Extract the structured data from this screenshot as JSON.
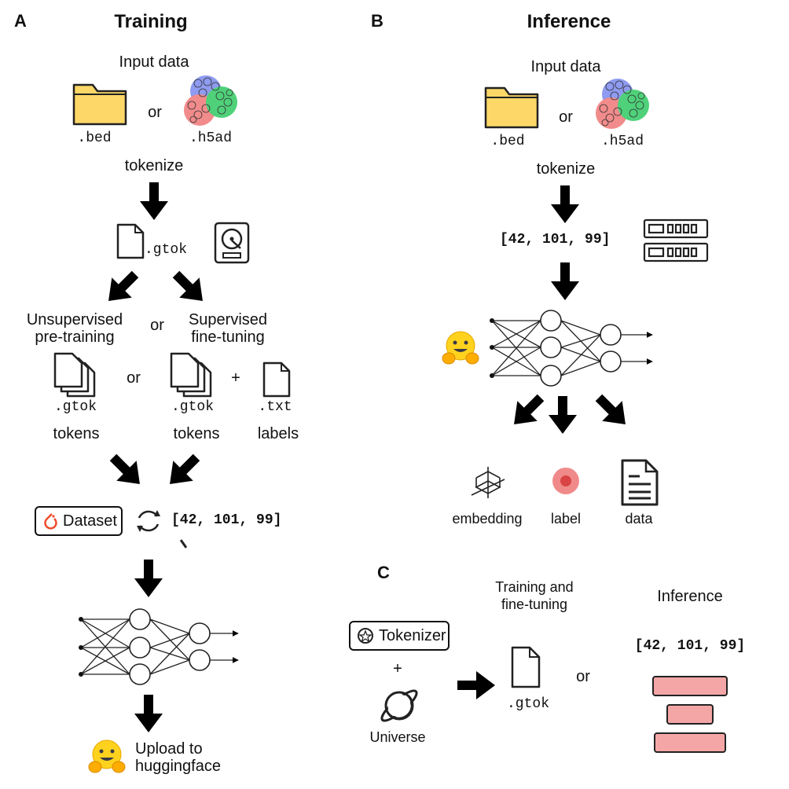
{
  "panelA": {
    "letter": "A",
    "title": "Training",
    "input_label": "Input data",
    "or_1": "or",
    "ext_bed": ".bed",
    "ext_h5ad": ".h5ad",
    "tokenize": "tokenize",
    "ext_gtok": ".gtok",
    "unsup_line1": "Unsupervised",
    "unsup_line2": "pre-training",
    "or_2": "or",
    "sup_line1": "Supervised",
    "sup_line2": "fine-tuning",
    "gtok_left": ".gtok",
    "or_3": "or",
    "gtok_right": ".gtok",
    "plus": "+",
    "ext_txt": ".txt",
    "tokens_left": "tokens",
    "tokens_right": "tokens",
    "labels": "labels",
    "dataset": "Dataset",
    "token_ids": "[42, 101, 99]",
    "upload_line1": "Upload to",
    "upload_line2": "huggingface"
  },
  "panelB": {
    "letter": "B",
    "title": "Inference",
    "input_label": "Input data",
    "or_1": "or",
    "ext_bed": ".bed",
    "ext_h5ad": ".h5ad",
    "tokenize": "tokenize",
    "token_ids": "[42, 101, 99]",
    "out_embedding": "embedding",
    "out_label": "label",
    "out_data": "data"
  },
  "panelC": {
    "letter": "C",
    "tokenizer": "Tokenizer",
    "plus": "+",
    "universe": "Universe",
    "training_line1": "Training and",
    "training_line2": "fine-tuning",
    "ext_gtok": ".gtok",
    "or": "or",
    "inference": "Inference",
    "token_ids": "[42, 101, 99]"
  },
  "colors": {
    "folder": "#FDD868",
    "cluster_blue": "#8E9BF0",
    "cluster_red": "#F28B8B",
    "cluster_green": "#4FD17A",
    "embedding_bar": "#F4A6A6",
    "label_dot": "#F08A8A",
    "pytorch": "#EE4C2C",
    "hugging": "#FFD21E"
  }
}
